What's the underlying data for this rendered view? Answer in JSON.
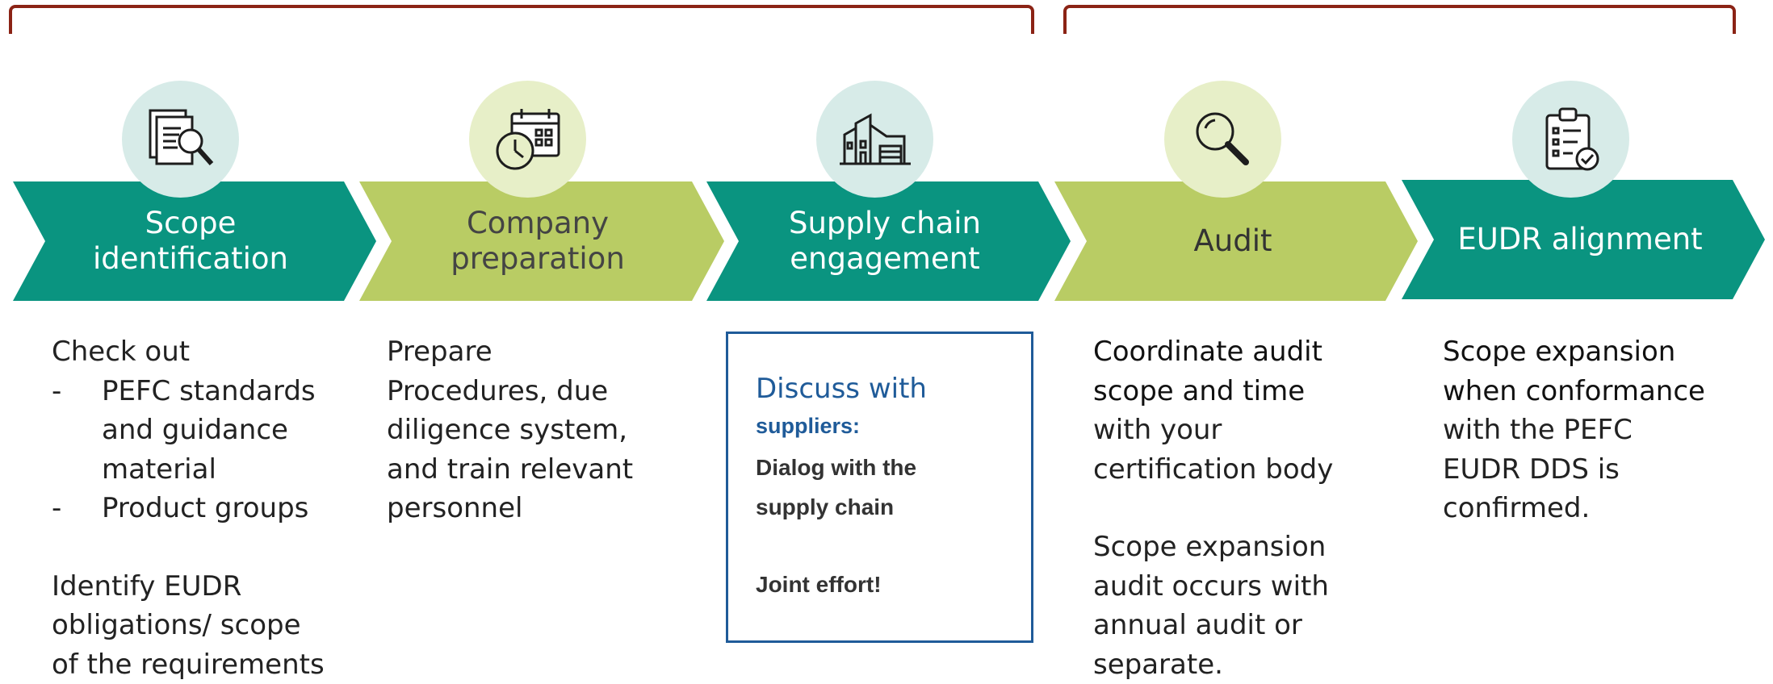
{
  "colors": {
    "teal": "#0a9480",
    "lime": "#b9cc64",
    "bracket": "#8b2315",
    "circle_teal": "#d7ebe8",
    "circle_lime": "#e7efc8",
    "box_border": "#1f5b99",
    "box_text": "#1f5b99"
  },
  "steps": [
    {
      "label_l1": "Scope",
      "label_l2": "identification",
      "icon": "document-search-icon"
    },
    {
      "label_l1": "Company",
      "label_l2": "preparation",
      "icon": "calendar-clock-icon"
    },
    {
      "label_l1": "Supply chain",
      "label_l2": "engagement",
      "icon": "factory-icon"
    },
    {
      "label_l1": "Audit",
      "icon": "magnifier-icon"
    },
    {
      "label_l1": "EUDR alignment",
      "icon": "clipboard-check-icon"
    }
  ],
  "col1": {
    "heading": "Check out",
    "bullets": [
      {
        "dash": "-",
        "l1": "PEFC standards",
        "l2": "and guidance",
        "l3": "material"
      },
      {
        "dash": "-",
        "l1": "Product groups"
      }
    ],
    "identify_bold": "Identify",
    "identify_rest": " EUDR",
    "identify_l2": "obligations/ scope",
    "identify_l3": "of the requirements"
  },
  "col2": {
    "heading": "Prepare",
    "lines": [
      "Procedures, due",
      "diligence system,",
      "and train relevant",
      "personnel"
    ]
  },
  "col3": {
    "heading": "Discuss with",
    "sub": "suppliers:",
    "l1": "Dialog with the",
    "l2": "supply chain",
    "l3": "Joint effort!"
  },
  "col4": {
    "bold_lines": [
      "Coordinate audit",
      "scope and time"
    ],
    "lines": [
      "with your",
      "certification body"
    ],
    "para2": [
      "Scope expansion",
      "audit occurs with",
      "annual audit or",
      "separate."
    ]
  },
  "col5": {
    "bold_lines": [
      "Scope expansion",
      "when conformance"
    ],
    "lines": [
      "with the PEFC",
      "EUDR DDS is",
      "confirmed."
    ]
  }
}
